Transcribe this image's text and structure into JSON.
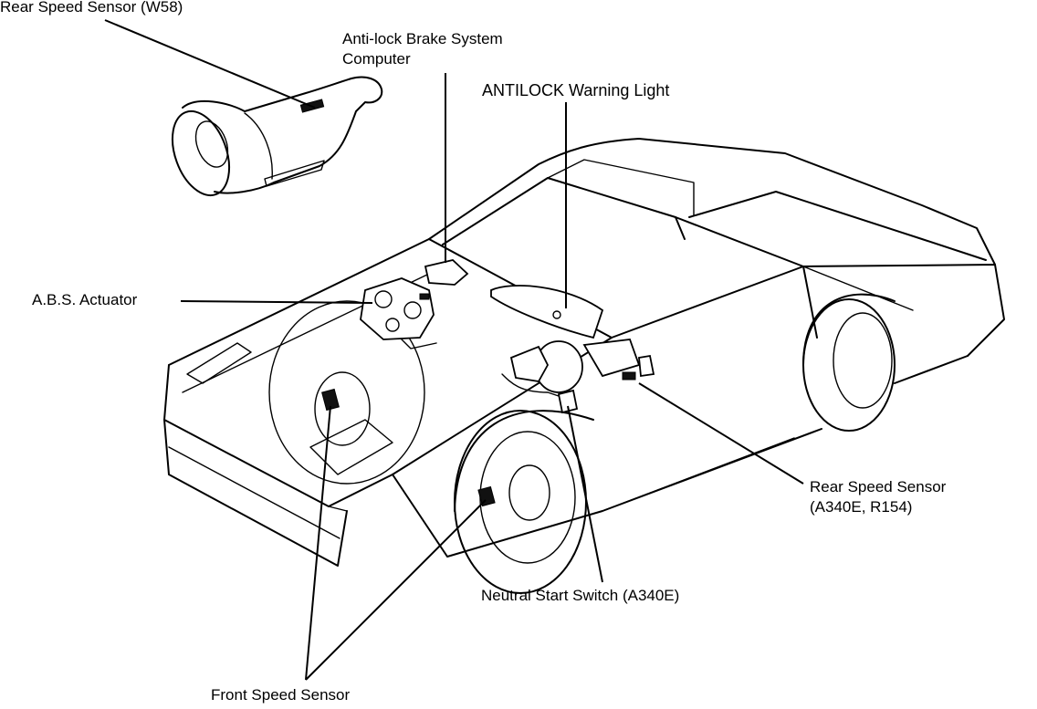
{
  "labels": {
    "rear_speed_sensor_w58": "Rear Speed Sensor (W58)",
    "abs_computer_line1": "Anti-lock Brake System",
    "abs_computer_line2": "Computer",
    "antilock_warning_light": "ANTILOCK Warning Light",
    "abs_actuator": "A.B.S. Actuator",
    "rear_speed_sensor_a340e_line1": "Rear Speed Sensor",
    "rear_speed_sensor_a340e_line2": "(A340E,  R154)",
    "neutral_start_switch": "Neutral Start Switch (A340E)",
    "front_speed_sensor": "Front Speed Sensor"
  },
  "colors": {
    "ink": "#000000",
    "paper": "#ffffff"
  }
}
